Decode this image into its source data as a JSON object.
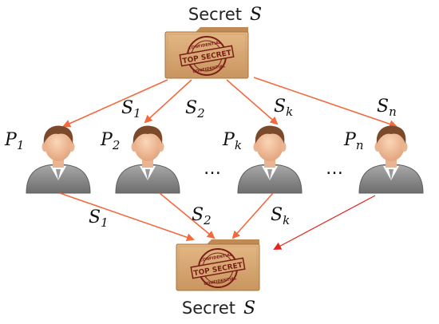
{
  "top_label": {
    "word": "Secret",
    "symbol": "S"
  },
  "bottom_label": {
    "word": "Secret",
    "symbol": "S"
  },
  "stamp": {
    "main": "TOP SECRET",
    "ring": "CONFIDENTIAL"
  },
  "parties": [
    {
      "p": "P",
      "p_sub": "1",
      "s": "S",
      "s_sub": "1"
    },
    {
      "p": "P",
      "p_sub": "2",
      "s": "S",
      "s_sub": "2"
    },
    {
      "p": "P",
      "p_sub": "k",
      "s": "S",
      "s_sub": "k"
    },
    {
      "p": "P",
      "p_sub": "n",
      "s": "S",
      "s_sub": "n"
    }
  ],
  "ellipses": [
    "…",
    "…"
  ],
  "colors": {
    "arrow": "#f26a3d",
    "arrow_red": "#e0261d",
    "folder": "#d8a873",
    "folder_dark": "#b9844f",
    "stamp": "#7a1e18",
    "face": "#f2c29f",
    "hair": "#7a4a2a",
    "suit": "#8f8f8f",
    "collar": "#ffffff",
    "tie": "#9a9a9a"
  }
}
